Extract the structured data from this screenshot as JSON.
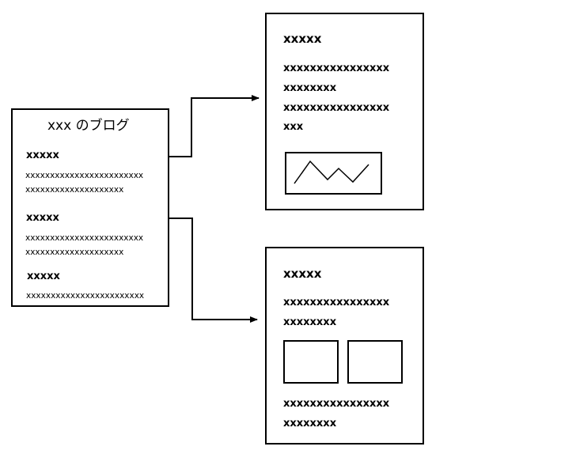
{
  "blog": {
    "title": "xxx のブログ",
    "entries": [
      {
        "heading": "xxxxx",
        "lines": [
          "xxxxxxxxxxxxxxxxxxxxxxxx",
          "xxxxxxxxxxxxxxxxxxxx"
        ]
      },
      {
        "heading": "xxxxx",
        "lines": [
          "xxxxxxxxxxxxxxxxxxxxxxxx",
          "xxxxxxxxxxxxxxxxxxxx"
        ]
      },
      {
        "heading": "xxxxx",
        "lines": [
          "xxxxxxxxxxxxxxxxxxxxxxxx"
        ]
      }
    ]
  },
  "article_top": {
    "heading": "xxxxx",
    "lines": [
      "xxxxxxxxxxxxxxxx",
      "xxxxxxxx",
      "xxxxxxxxxxxxxxxx",
      "xxx"
    ]
  },
  "article_bottom": {
    "heading": "xxxxx",
    "lines_top": [
      "xxxxxxxxxxxxxxxx",
      "xxxxxxxx"
    ],
    "lines_bottom": [
      "xxxxxxxxxxxxxxxx",
      "xxxxxxxx"
    ]
  },
  "colors": {
    "stroke": "#000000",
    "background": "#ffffff"
  }
}
